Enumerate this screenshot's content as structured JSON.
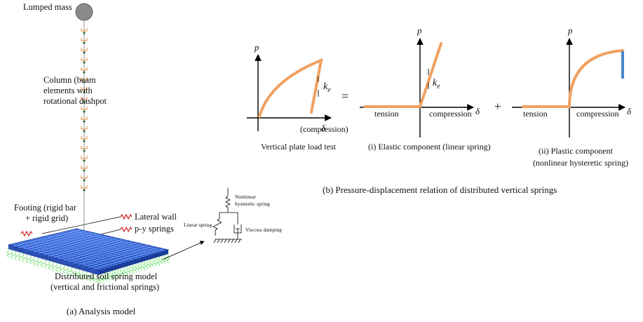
{
  "model": {
    "lumped_mass": "Lumped mass",
    "column": [
      "Column (beam",
      "elements with",
      "rotational dashpot"
    ],
    "footing": [
      "Footing (rigid bar",
      "+ rigid grid)"
    ],
    "lateral": [
      "Lateral wall",
      "p-y springs"
    ],
    "soil": [
      "Distributed soil spring model",
      "(vertical and frictional springs)"
    ],
    "caption": "(a) Analysis model"
  },
  "spring_detail": {
    "nonlinear": [
      "Nonlinear",
      "hysteretic spring"
    ],
    "linear": "Linear spring",
    "viscous": "Viscous damping"
  },
  "relation": {
    "caption": "(b) Pressure-displacement relation of distributed vertical springs",
    "p": "p",
    "delta": "δ",
    "ke": "k",
    "ke_sub": "e",
    "equals": "=",
    "plus": "+",
    "tension": "tension",
    "compression": "compression",
    "compression_paren": "(compression)",
    "plate_test": "Vertical plate load test",
    "elastic": "(i) Elastic component (linear spring)",
    "plastic": [
      "(ii) Plastic component",
      "(nonlinear hysteretic spring)"
    ]
  },
  "colors": {
    "curve": "#f0a060",
    "blue_segment": "#4a86c8",
    "grid_top": "#2a5fd6",
    "spring_green": "#7be37b",
    "lateral_spring": "#cc2222",
    "column_dashpot": "#e08a3a",
    "mass": "#8a8a8a"
  }
}
